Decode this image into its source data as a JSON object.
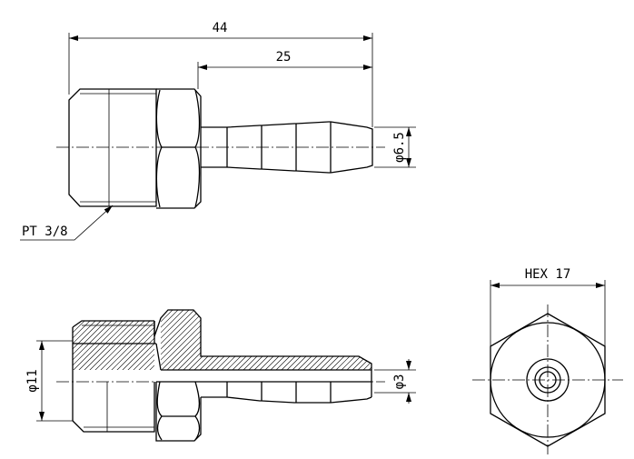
{
  "dimensions": {
    "overall_length": "44",
    "barb_length": "25",
    "barb_od": "φ6.5",
    "thread": "PT 3/8",
    "thread_diameter": "φ11",
    "bore": "φ3",
    "hex": "HEX 17"
  }
}
